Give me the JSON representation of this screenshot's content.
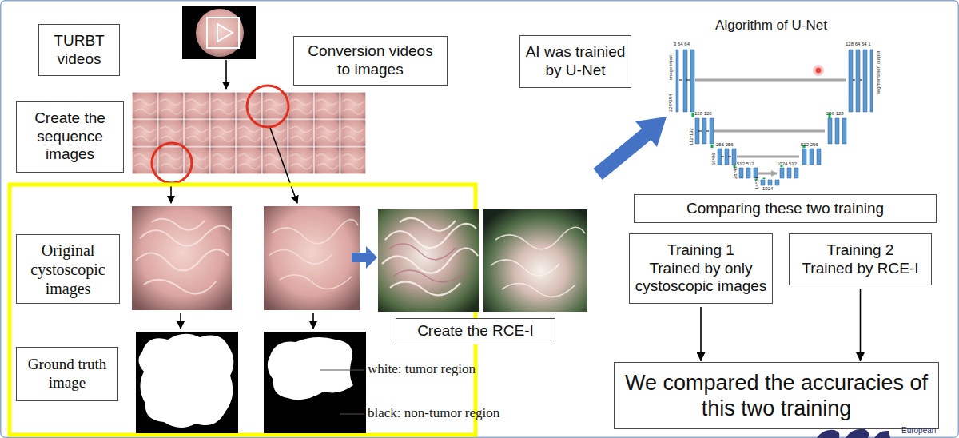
{
  "diagram": {
    "nodes": [
      {
        "text": [
          "TURBT videos"
        ]
      },
      {
        "text": [
          "Conversion videos to images"
        ]
      },
      {
        "text": [
          "AI was trainied by U-Net"
        ]
      },
      {
        "text": [
          "Create the sequence images"
        ]
      },
      {
        "text": [
          "Original cystoscopic images"
        ]
      },
      {
        "text": [
          "Create the RCE-I"
        ]
      },
      {
        "text": [
          "Comparing these two training"
        ]
      },
      {
        "text": [
          "Training 1",
          "Trained by only cystoscopic images"
        ]
      },
      {
        "text": [
          "Training 2",
          "Trained by RCE-I"
        ]
      },
      {
        "text": [
          "Ground truth image"
        ]
      },
      {
        "text": [
          "We compared the accuracies of this two training"
        ]
      }
    ],
    "edges": [
      {
        "from": 7,
        "to": 10,
        "arrow": "to"
      },
      {
        "from": 8,
        "to": 10,
        "arrow": "to"
      }
    ],
    "labels": [
      "Algorithm of U-Net",
      "white: tumor region",
      "black: non-tumor region",
      "3 64 64",
      "128 64 64 1",
      "128 128",
      "256 128",
      "256 256",
      "512 256",
      "512 512",
      "1024 512",
      "1024",
      "image input",
      "segmentation output",
      "224*384",
      "112*192",
      "56*96",
      "28*48",
      "14*24",
      "European"
    ]
  }
}
